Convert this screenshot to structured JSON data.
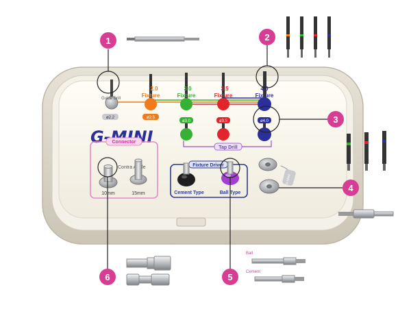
{
  "brand": "G-MINI",
  "colors": {
    "callout": "#d63d93",
    "tray_outer": "#d9d4c7",
    "tray_inner": "#f2efe6",
    "insert": "#fbf9f1",
    "gray": "#a7a9ac",
    "orange": "#f07a1c",
    "green": "#35b233",
    "red": "#e2242d",
    "blue": "#2b2f9c",
    "purple": "#a23fd0",
    "black": "#222222",
    "pink_frame": "#e78ac6",
    "navy_frame": "#2e3a8c",
    "connector_label": "#c7369c",
    "tap_label": "#6a4aa8"
  },
  "labels": {
    "guide_drill": "Guide Drill",
    "guide_size": "ø2.2",
    "f2_title": "2.0",
    "f2_title_word": "Fixture",
    "f2_size": "ø2.5",
    "f3_title": "3.0",
    "f3_title_word": "Fixture",
    "f4_title": "3.5",
    "f4_title_word": "Fixture",
    "f5_title": "4.0",
    "f5_title_word": "Fixture",
    "green_size": "ø3.0",
    "red_size": "ø3.5",
    "blue_size": "ø4.0",
    "tap_drill": "Tap Drill",
    "connector": "Connector",
    "contra_angle": "Contra Angle",
    "conn_10": "10mm",
    "conn_15": "15mm",
    "fixture_driver": "Fixture Driver",
    "cement_type": "Cement Type",
    "ball_type": "Ball Type",
    "side_tag": "S-MINI",
    "ball": "Ball",
    "cement": "Cement"
  },
  "callouts": [
    "1",
    "2",
    "3",
    "4",
    "5",
    "6"
  ]
}
